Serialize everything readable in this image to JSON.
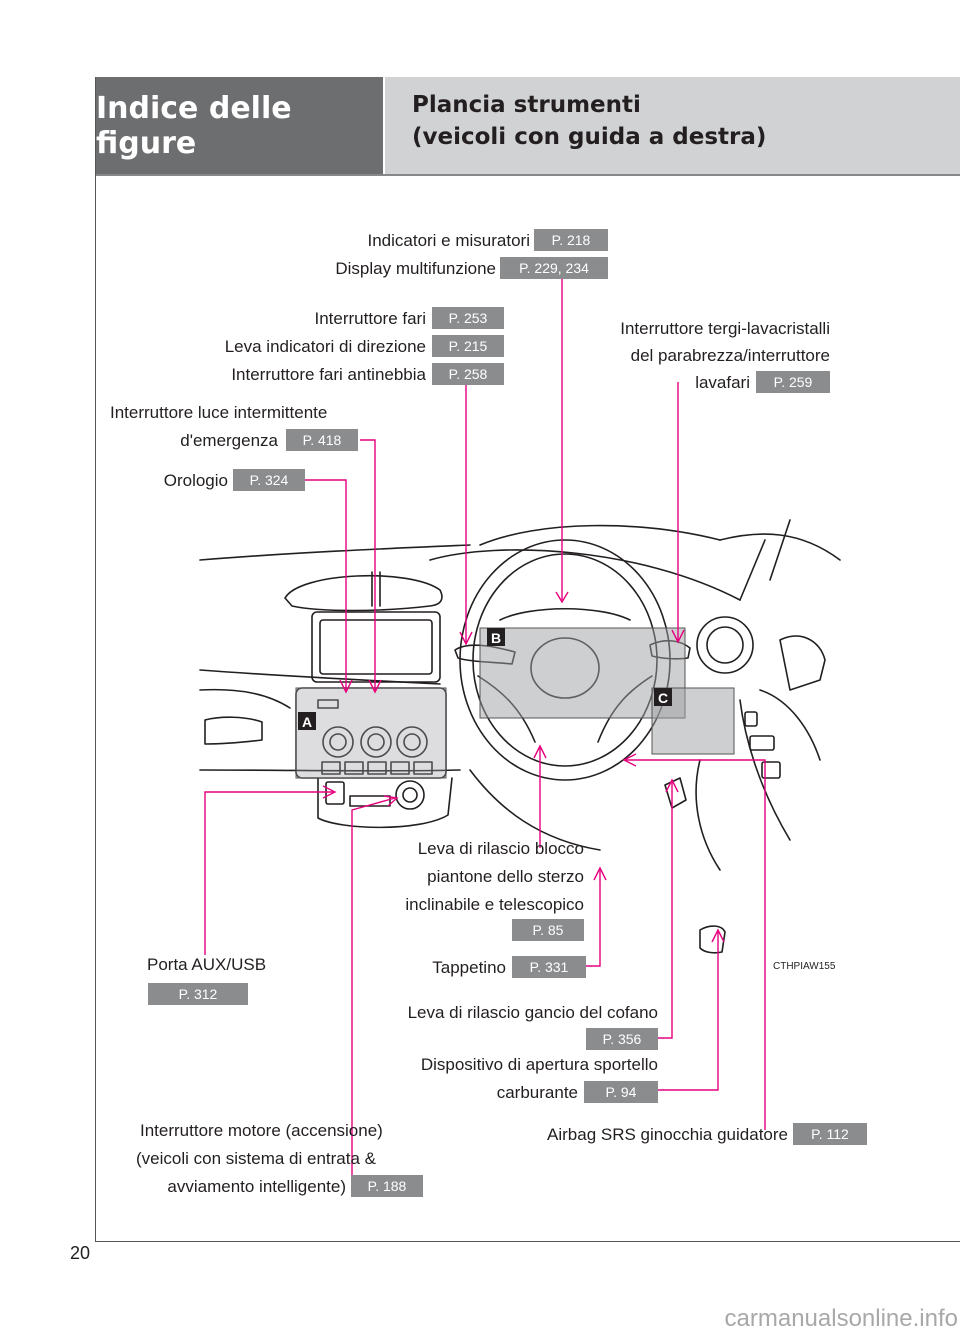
{
  "header": {
    "section_title": "Indice delle figure",
    "page_title_line1": "Plancia strumenti",
    "page_title_line2": "(veicoli con guida a destra)"
  },
  "labels": {
    "indicatori": "Indicatori e misuratori",
    "display": "Display multifunzione",
    "fari": "Interruttore fari",
    "leva_dir": "Leva indicatori di direzione",
    "antinebbia": "Interruttore fari antinebbia",
    "tergi_1": "Interruttore tergi-lavacristalli",
    "tergi_2": "del parabrezza/interruttore",
    "tergi_3": "lavafari",
    "emergenza_1": "Interruttore luce intermittente",
    "emergenza_2": "d'emergenza",
    "orologio": "Orologio",
    "piantone_1": "Leva di rilascio blocco",
    "piantone_2": "piantone dello sterzo",
    "piantone_3": "inclinabile e telescopico",
    "tappetino": "Tappetino",
    "aux": "Porta AUX/USB",
    "cofano": "Leva di rilascio gancio del cofano",
    "carb_1": "Dispositivo di apertura sportello",
    "carb_2": "carburante",
    "airbag": "Airbag SRS ginocchia guidatore",
    "motore_1": "Interruttore motore (accensione)",
    "motore_2": "(veicoli con sistema di entrata &",
    "motore_3": "avviamento intelligente)"
  },
  "pages": {
    "indicatori": "P. 218",
    "display": "P. 229, 234",
    "fari": "P. 253",
    "leva_dir": "P. 215",
    "antinebbia": "P. 258",
    "tergi": "P. 259",
    "emergenza": "P. 418",
    "orologio": "P. 324",
    "piantone": "P. 85",
    "tappetino": "P. 331",
    "aux": "P. 312",
    "cofano": "P. 356",
    "carb": "P. 94",
    "airbag": "P. 112",
    "motore": "P. 188"
  },
  "figure": {
    "code": "CTHPIAW155",
    "callouts": [
      "A",
      "B",
      "C"
    ]
  },
  "page_number": "20",
  "watermark": "carmanualsonline.info",
  "colors": {
    "leader_line": "#e6007e",
    "header_dark": "#6d6e70",
    "header_light": "#d1d2d4",
    "badge": "#8a8c8e"
  }
}
